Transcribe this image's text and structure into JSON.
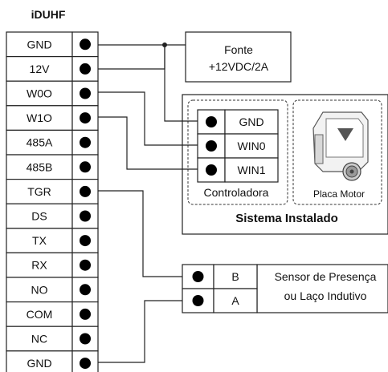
{
  "controller": {
    "title": "iDUHF",
    "terminals": [
      "GND",
      "12V",
      "W0O",
      "W1O",
      "485A",
      "485B",
      "TGR",
      "DS",
      "TX",
      "RX",
      "NO",
      "COM",
      "NC",
      "GND"
    ]
  },
  "power_supply": {
    "line1": "Fonte",
    "line2": "+12VDC/2A"
  },
  "installed_system": {
    "title": "Sistema Instalado",
    "controller_label": "Controladora",
    "motor_label": "Placa Motor",
    "terminals": [
      "GND",
      "WIN0",
      "WIN1"
    ]
  },
  "sensor": {
    "terminals": [
      "B",
      "A"
    ],
    "line1": "Sensor de Presença",
    "line2": "ou Laço Indutivo"
  }
}
